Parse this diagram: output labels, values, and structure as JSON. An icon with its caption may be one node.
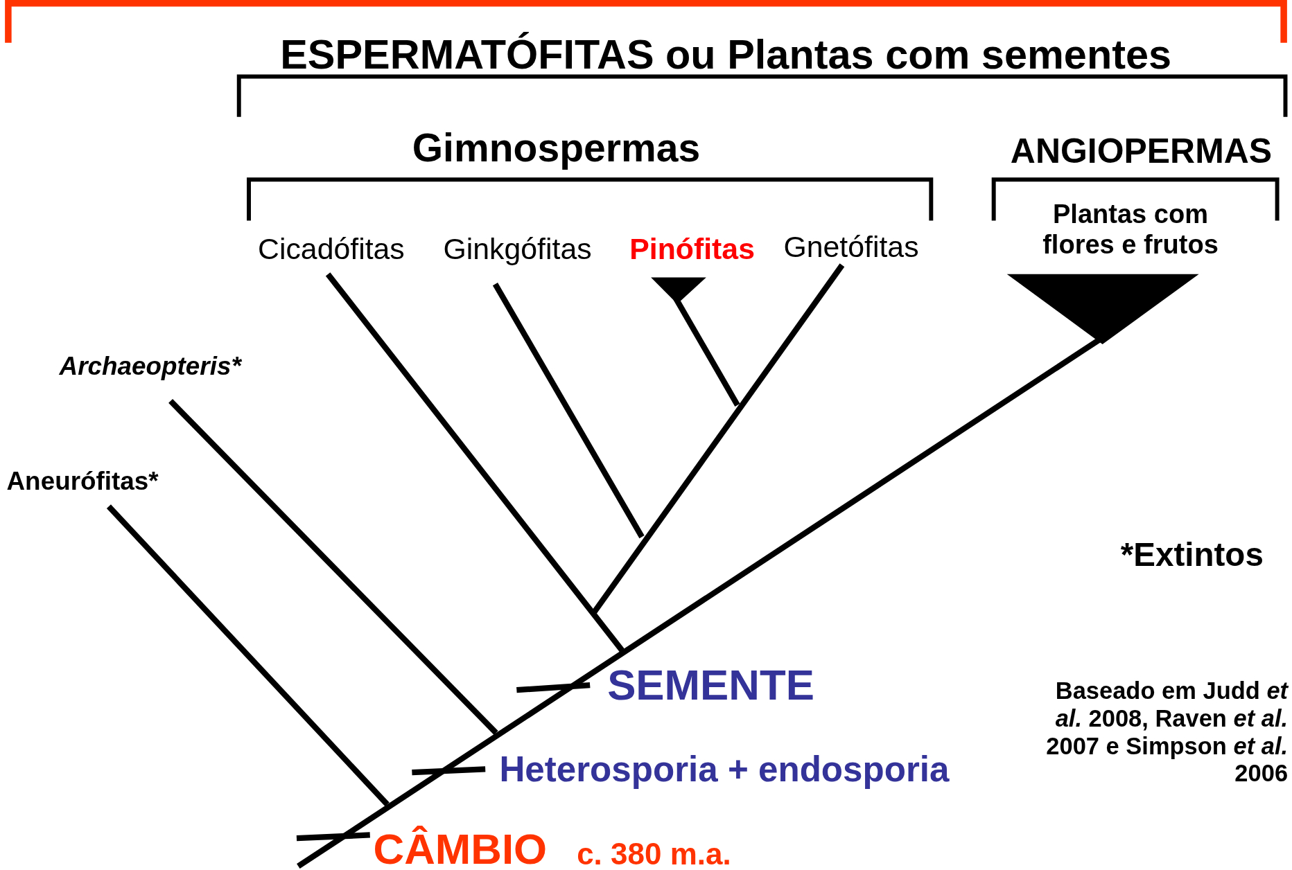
{
  "diagram": {
    "title": "ESPERMATÓFITAS ou Plantas com sementes",
    "labels": [
      "Gimnospermas",
      "ANGIOPERMAS",
      "Plantas com flores e frutos",
      "Cicadófitas",
      "Ginkgófitas",
      "Pinófitas",
      "Gnetófitas",
      "Archaeopteris*",
      "Aneurófitas*",
      "*Extintos",
      "SEMENTE",
      "Baseado em Judd *et al.* 2008, Raven *et al.* 2007 e Simpson *et al.* 2006",
      "Heterosporia + endosporia",
      "CÂMBIO",
      "c. 380 m.a."
    ]
  }
}
